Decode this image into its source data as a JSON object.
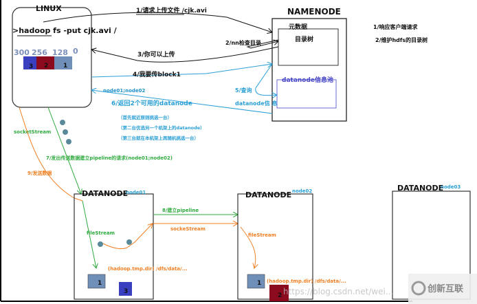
{
  "linux": {
    "title": "LINUX",
    "command": ">hadoop fs -put  cjk.avi   /",
    "offsets": [
      "300",
      "256",
      "128",
      "0"
    ],
    "blocks": [
      {
        "label": "3",
        "color": "#3a3fc0"
      },
      {
        "label": "2",
        "color": "#8b0a1e"
      },
      {
        "label": "1",
        "color": "#6f8fb8"
      }
    ]
  },
  "namenode": {
    "title": "NAMENODE",
    "metadata_label": "元数据",
    "dir_tree_label": "目录树",
    "datanode_pool_label": "datanode信息池",
    "duties": [
      "1/响应客户端请求",
      "2/维护hdfs的目录树"
    ]
  },
  "steps": {
    "s1": "1/请求上传文件   /cjk.avi",
    "s2": "2/nn检查目录",
    "s3": "3/你可以上传",
    "s4": "4/我要传block1",
    "s5": "5/查询",
    "s5b": "datanode信 息",
    "s6_nodes": "node01;node02",
    "s6": "6/返回2个可用的datanode",
    "rules": [
      "（首先就近原则挑选一台）",
      "（第二台优选另一个机架上的datanode）",
      "（第三台就在本机架上再随机挑选一台）"
    ],
    "socket_stream": "socketStream",
    "s7": "7/发出传送数据建立pipeline的请求(node01;node02)",
    "s8": "8/建立pipeline",
    "s9": "9/发送数据",
    "socke_stream": "sockeStream",
    "file_stream": "fileStream"
  },
  "datanodes": [
    {
      "title": "DATANODE",
      "node": "node01",
      "path": "(hadoop.tmp.dir) /dfs/data/...",
      "blocks": [
        "1",
        "3"
      ]
    },
    {
      "title": "DATANODE",
      "node": "node02",
      "path": "(hadoop.tmp.dir) /dfs/data/...",
      "blocks": [
        "1",
        "2"
      ]
    },
    {
      "title": "DATANODE",
      "node": "node03"
    }
  ],
  "watermark": {
    "url": "https://blog.csdn.net/wei...",
    "logo": "创新互联"
  },
  "colors": {
    "request": "#111111",
    "namenode_reply": "#2a9fd6",
    "pipeline": "#2eaa3e",
    "data": "#f07f23",
    "packet": "#5a8a9a"
  }
}
